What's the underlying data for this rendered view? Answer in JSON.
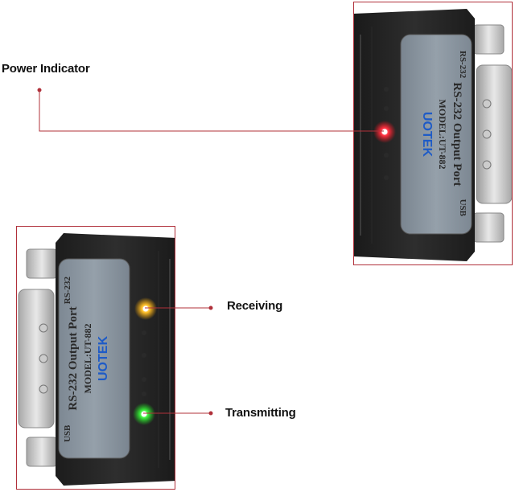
{
  "callouts": {
    "power": "Power Indicator",
    "receiving": "Receiving",
    "transmitting": "Transmitting"
  },
  "device_top": {
    "usb": "USB",
    "rs232": "RS-232",
    "title": "RS-232 Output Port",
    "model": "MODEL:UT-882",
    "brand": "UOTEK",
    "led_color": "#e8141e"
  },
  "device_bottom": {
    "usb": "USB",
    "rs232": "RS-232",
    "title": "RS-232 Output Port",
    "model": "MODEL:UT-882",
    "brand": "UOTEK",
    "led_receive_color": "#f5a300",
    "led_transmit_color": "#18d21a"
  },
  "colors": {
    "frame": "#b0303a",
    "callout_line": "#b0303a"
  }
}
